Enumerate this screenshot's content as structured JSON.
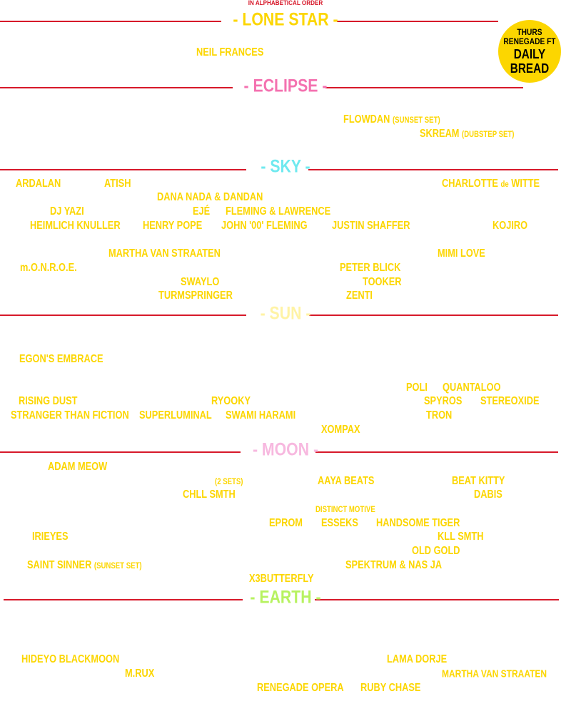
{
  "header": {
    "note": "IN ALPHABETICAL ORDER"
  },
  "colors": {
    "accent_red": "#d7192a",
    "artist_yellow": "#fcd600",
    "lone_star": "#fcd600",
    "eclipse": "#f472b0",
    "sky": "#6fe9ef",
    "sun": "#fff3a5",
    "moon": "#f7b8df",
    "earth": "#b7f260"
  },
  "badge": {
    "line1": "THURS",
    "line2": "RENEGADE FT",
    "line3": "DAILY",
    "line4": "BREAD"
  },
  "stages": {
    "lone_star": "- LONE STAR -",
    "eclipse": "- ECLIPSE -",
    "sky": "- SKY -",
    "sun": "- SUN -",
    "moon": "- MOON -",
    "earth": "- EARTH -"
  },
  "artists": {
    "lone_star": {
      "neil_frances": "NEIL FRANCES"
    },
    "eclipse": {
      "flowdan": "FLOWDAN",
      "flowdan_note": "(SUNSET SET)",
      "skream": "SKREAM",
      "skream_note": "(DUBSTEP SET)"
    },
    "sky": {
      "ardalan": "ARDALAN",
      "atish": "ATISH",
      "charlotte": "CHARLOTTE",
      "charlotte_de": "de",
      "charlotte_witte": "WITTE",
      "dana_nada": "DANA NADA & DANDAN",
      "dj_yazi": "DJ YAZI",
      "eje": "EJÉ",
      "fleming_lawrence": "FLEMING & LAWRENCE",
      "heimlich": "HEIMLICH KNULLER",
      "henry_pope": "HENRY POPE",
      "john_fleming": "JOHN '00' FLEMING",
      "justin_shaffer": "JUSTIN SHAFFER",
      "kojiro": "KOJIRO",
      "martha": "MARTHA VAN STRAATEN",
      "mimi_love": "MIMI LOVE",
      "monroe": "m.O.N.R.O.E.",
      "peter_blick": "PETER BLICK",
      "swaylo": "SWAYLO",
      "tooker": "TOOKER",
      "turmspringer": "TURMSPRINGER",
      "zenti": "ZENTI"
    },
    "sun": {
      "egons": "EGON'S EMBRACE",
      "poli": "POLI",
      "quantaloo": "QUANTALOO",
      "rising_dust": "RISING DUST",
      "ryooky": "RYOOKY",
      "spyros": "SPYROS",
      "stereoxide": "STEREOXIDE",
      "stranger": "STRANGER THAN FICTION",
      "superluminal": "SUPERLUMINAL",
      "swami": "SWAMI HARAMI",
      "tron": "TRON",
      "xompax": "XOMPAX"
    },
    "moon": {
      "adam_meow": "ADAM MEOW",
      "two_sets": "(2 SETS)",
      "aaya": "AAYA BEATS",
      "beat_kitty": "BEAT KITTY",
      "chll": "CHLL SMTH",
      "dabis": "DABIS",
      "distinct": "DISTINCT MOTIVE",
      "eprom": "EPROM",
      "esseks": "ESSEKS",
      "handsome": "HANDSOME TIGER",
      "irieyes": "IRIEYES",
      "kll": "KLL SMTH",
      "old_gold": "OLD GOLD",
      "saint_sinner": "SAINT SINNER",
      "saint_note": "(SUNSET SET)",
      "spektrum": "SPEKTRUM & NAS JA",
      "x3butterfly": "X3BUTTERFLY"
    },
    "earth": {
      "hideyo": "HIDEYO BLACKMOON",
      "lama": "LAMA DORJE",
      "mrux": "M.RUX",
      "martha_earth": "MARTHA VAN STRAATEN",
      "renegade_opera": "RENEGADE OPERA",
      "ruby_chase": "RUBY CHASE"
    }
  }
}
